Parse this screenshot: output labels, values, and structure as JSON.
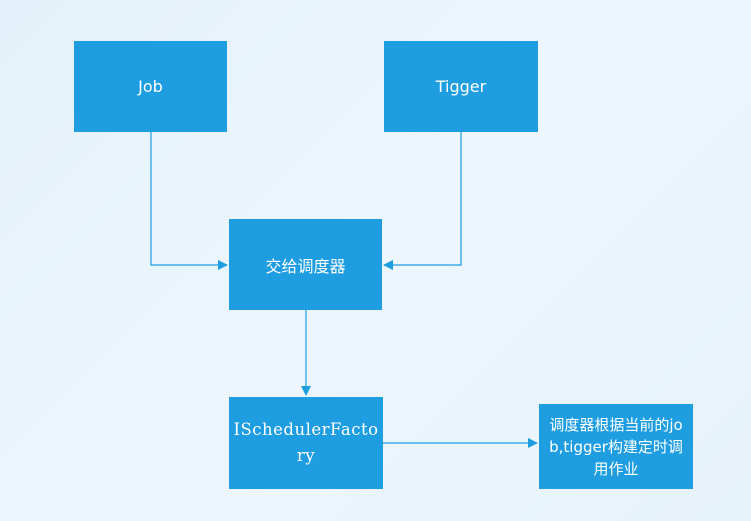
{
  "diagram": {
    "nodes": {
      "job": "Job",
      "tigger": "Tigger",
      "scheduler": "交给调度器",
      "factory": "ISchedulerFactory",
      "result": "调度器根据当前的job,tigger构建定时调用作业"
    },
    "edges": [
      {
        "from": "job",
        "to": "scheduler"
      },
      {
        "from": "tigger",
        "to": "scheduler"
      },
      {
        "from": "scheduler",
        "to": "factory"
      },
      {
        "from": "factory",
        "to": "result"
      }
    ]
  },
  "colors": {
    "node_fill": "#1e9de0",
    "node_text": "#ffffff",
    "connector": "#1e9de0",
    "background": "#e9f3fa"
  }
}
